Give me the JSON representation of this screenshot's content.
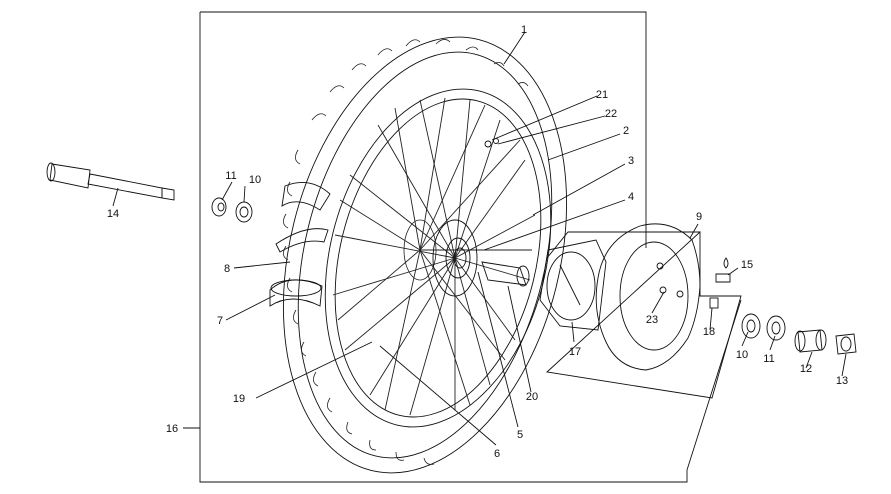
{
  "labels": {
    "p1": "1",
    "p2": "2",
    "p3": "3",
    "p4": "4",
    "p5": "5",
    "p6": "6",
    "p7": "7",
    "p8": "8",
    "p9": "9",
    "p10a": "10",
    "p10b": "10",
    "p11a": "11",
    "p11b": "11",
    "p12": "12",
    "p13": "13",
    "p14": "14",
    "p15": "15",
    "p16": "16",
    "p17": "17",
    "p18": "18",
    "p19": "19",
    "p20": "20",
    "p21": "21",
    "p22": "22",
    "p23": "23"
  },
  "colors": {
    "line": "#111111",
    "background": "#ffffff"
  }
}
